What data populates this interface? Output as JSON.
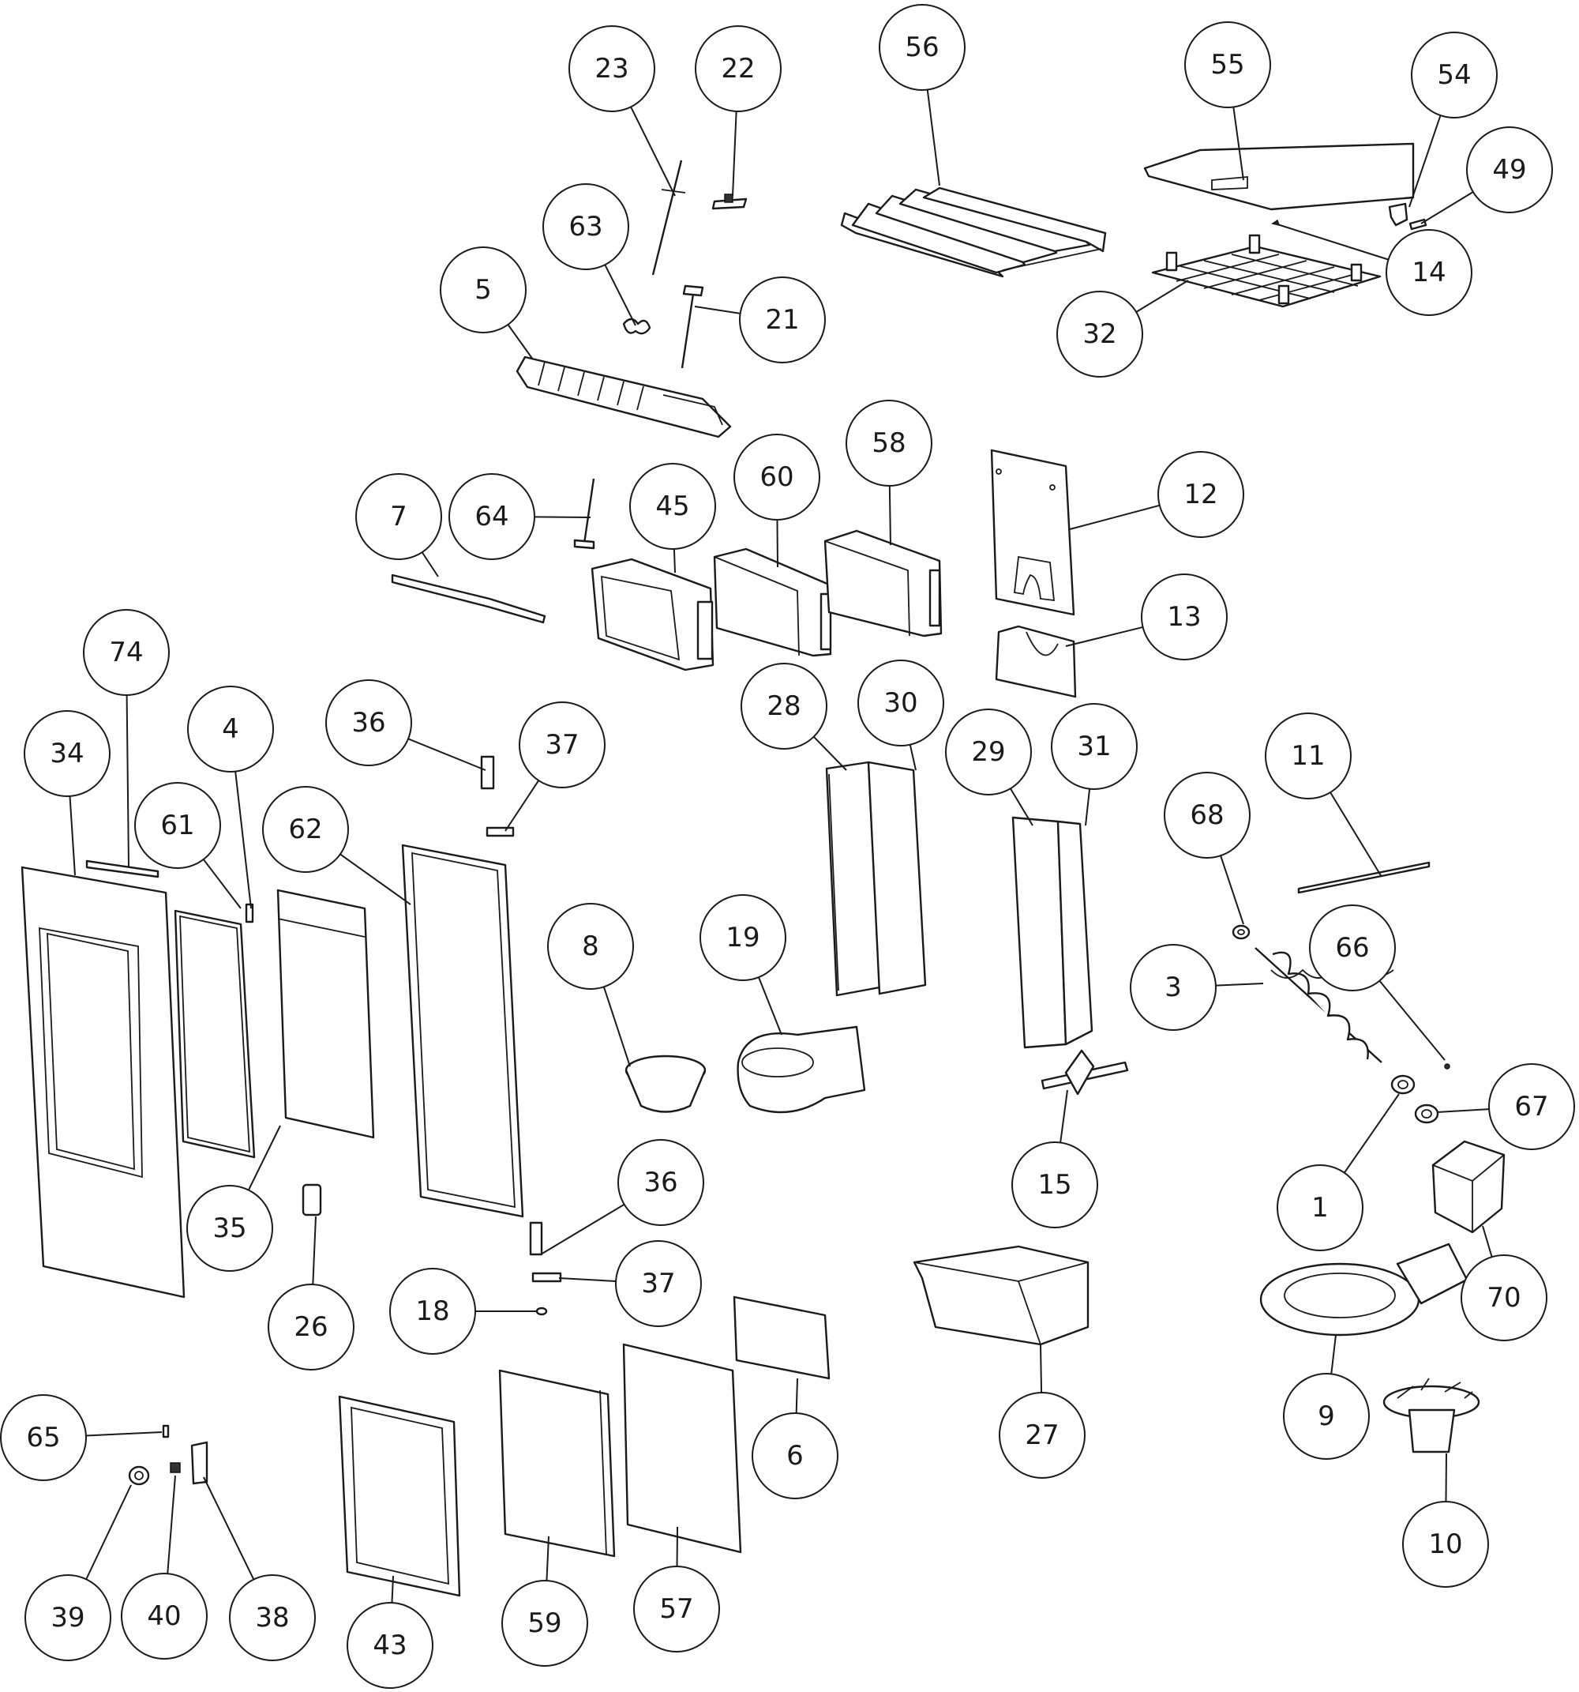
{
  "callouts": [
    {
      "id": "23",
      "label": "23"
    },
    {
      "id": "22",
      "label": "22"
    },
    {
      "id": "56",
      "label": "56"
    },
    {
      "id": "55",
      "label": "55"
    },
    {
      "id": "54",
      "label": "54"
    },
    {
      "id": "49",
      "label": "49"
    },
    {
      "id": "63",
      "label": "63"
    },
    {
      "id": "14",
      "label": "14"
    },
    {
      "id": "5",
      "label": "5"
    },
    {
      "id": "21",
      "label": "21"
    },
    {
      "id": "32",
      "label": "32"
    },
    {
      "id": "58",
      "label": "58"
    },
    {
      "id": "60",
      "label": "60"
    },
    {
      "id": "12",
      "label": "12"
    },
    {
      "id": "7",
      "label": "7"
    },
    {
      "id": "64",
      "label": "64"
    },
    {
      "id": "45",
      "label": "45"
    },
    {
      "id": "13",
      "label": "13"
    },
    {
      "id": "74",
      "label": "74"
    },
    {
      "id": "28",
      "label": "28"
    },
    {
      "id": "30",
      "label": "30"
    },
    {
      "id": "36a",
      "label": "36"
    },
    {
      "id": "4",
      "label": "4"
    },
    {
      "id": "29",
      "label": "29"
    },
    {
      "id": "31",
      "label": "31"
    },
    {
      "id": "11",
      "label": "11"
    },
    {
      "id": "34",
      "label": "34"
    },
    {
      "id": "37a",
      "label": "37"
    },
    {
      "id": "61",
      "label": "61"
    },
    {
      "id": "62",
      "label": "62"
    },
    {
      "id": "68",
      "label": "68"
    },
    {
      "id": "8",
      "label": "8"
    },
    {
      "id": "19",
      "label": "19"
    },
    {
      "id": "66",
      "label": "66"
    },
    {
      "id": "3",
      "label": "3"
    },
    {
      "id": "67",
      "label": "67"
    },
    {
      "id": "36b",
      "label": "36"
    },
    {
      "id": "15",
      "label": "15"
    },
    {
      "id": "1",
      "label": "1"
    },
    {
      "id": "35",
      "label": "35"
    },
    {
      "id": "37b",
      "label": "37"
    },
    {
      "id": "70",
      "label": "70"
    },
    {
      "id": "18",
      "label": "18"
    },
    {
      "id": "26",
      "label": "26"
    },
    {
      "id": "9",
      "label": "9"
    },
    {
      "id": "27",
      "label": "27"
    },
    {
      "id": "65",
      "label": "65"
    },
    {
      "id": "6",
      "label": "6"
    },
    {
      "id": "57",
      "label": "57"
    },
    {
      "id": "10",
      "label": "10"
    },
    {
      "id": "39",
      "label": "39"
    },
    {
      "id": "40",
      "label": "40"
    },
    {
      "id": "38",
      "label": "38"
    },
    {
      "id": "59",
      "label": "59"
    },
    {
      "id": "43",
      "label": "43"
    }
  ]
}
